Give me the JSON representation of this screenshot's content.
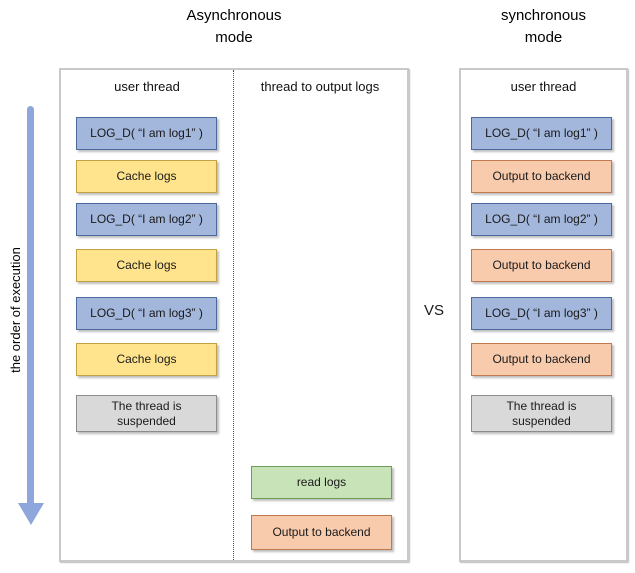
{
  "titles": {
    "async": "Asynchronous\nmode",
    "sync": "synchronous\nmode"
  },
  "vs_label": "VS",
  "execution_axis": {
    "label": "the order of execution"
  },
  "async_panel": {
    "columns": {
      "user_thread": "user thread",
      "output_thread": "thread to output logs"
    },
    "user_thread_boxes": [
      {
        "label": "LOG_D( “I am log1” )",
        "type": "blue"
      },
      {
        "label": "Cache logs",
        "type": "yellow"
      },
      {
        "label": "LOG_D( “I am log2” )",
        "type": "blue"
      },
      {
        "label": "Cache logs",
        "type": "yellow"
      },
      {
        "label": "LOG_D( “I am log3” )",
        "type": "blue"
      },
      {
        "label": "Cache logs",
        "type": "yellow"
      },
      {
        "label": "The thread is\nsuspended",
        "type": "gray"
      }
    ],
    "output_thread_boxes": [
      {
        "label": "read logs",
        "type": "green"
      },
      {
        "label": "Output to backend",
        "type": "orange"
      }
    ]
  },
  "sync_panel": {
    "columns": {
      "user_thread": "user thread"
    },
    "user_thread_boxes": [
      {
        "label": "LOG_D( “I am log1” )",
        "type": "blue"
      },
      {
        "label": "Output to backend",
        "type": "orange"
      },
      {
        "label": "LOG_D( “I am log2” )",
        "type": "blue"
      },
      {
        "label": "Output to backend",
        "type": "orange"
      },
      {
        "label": "LOG_D( “I am log3” )",
        "type": "blue"
      },
      {
        "label": "Output to backend",
        "type": "orange"
      },
      {
        "label": "The thread is\nsuspended",
        "type": "gray"
      }
    ]
  },
  "colors": {
    "blue_fill": "#a3b6dc",
    "blue_border": "#4d6a9f",
    "yellow_fill": "#ffe48d",
    "yellow_border": "#c2a144",
    "orange_fill": "#f8cbad",
    "orange_border": "#c07a52",
    "green_fill": "#c9e3b8",
    "green_border": "#6d9e54",
    "gray_fill": "#d9d9d9",
    "gray_border": "#8c8c8c",
    "arrow": "#8fa6dc"
  }
}
